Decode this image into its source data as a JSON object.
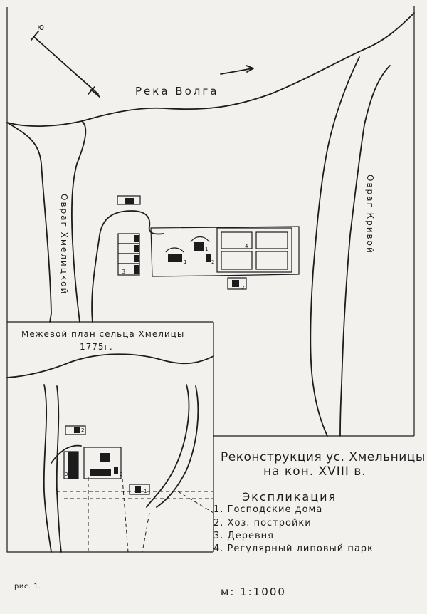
{
  "map": {
    "river_label": "Река Волга",
    "ravine_left": "Овраг Хмелицкой",
    "ravine_right": "Овраг Кривой",
    "compass_label": "ю",
    "building_numbers": [
      "1",
      "2",
      "3",
      "4"
    ]
  },
  "inset": {
    "title": "Межевой план сельца Хмелицы",
    "year": "1775г."
  },
  "title": {
    "line1": "Реконструкция ус. Хмельницы",
    "line2": "на кон. XVIII в."
  },
  "legend": {
    "heading": "Экспликация",
    "items": [
      "1. Господские дома",
      "2. Хоз. постройки",
      "3. Деревня",
      "4. Регулярный липовый парк"
    ]
  },
  "footer": {
    "figure": "рис. 1.",
    "scale": "м: 1:1000"
  }
}
